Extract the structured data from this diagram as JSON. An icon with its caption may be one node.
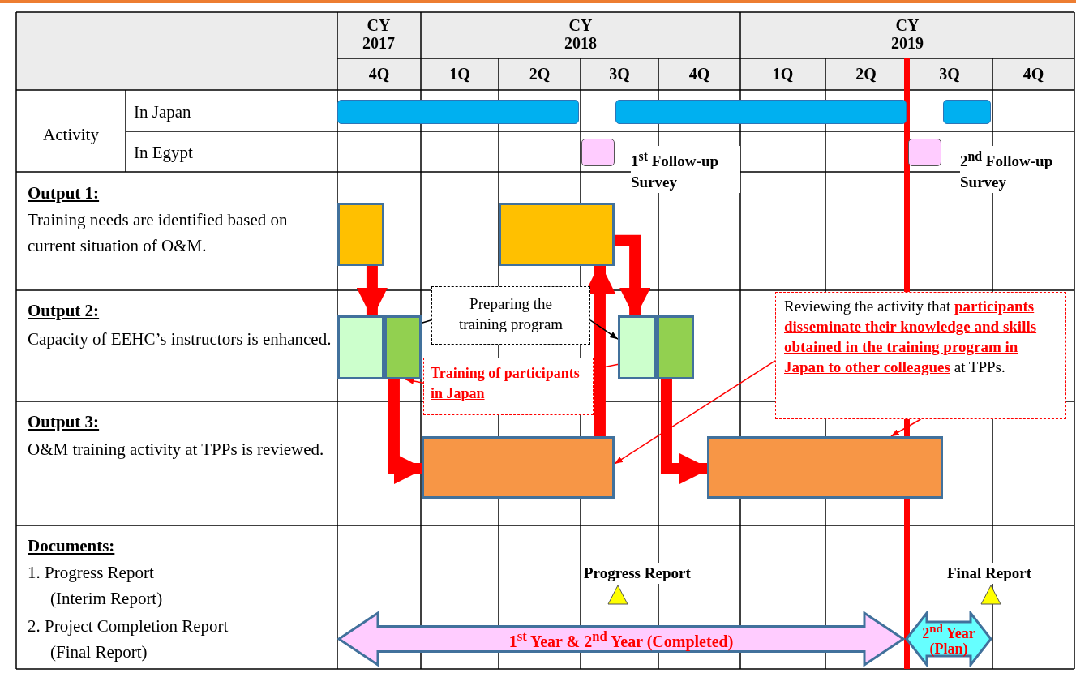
{
  "diagram": {
    "nodes": [
      {
        "text": [],
        "shape": "bar"
      },
      {
        "text": [],
        "shape": "bar"
      },
      {
        "text": [],
        "shape": "bar"
      },
      {
        "text": [],
        "shape": "box"
      },
      {
        "text": [],
        "shape": "box"
      },
      {
        "text": [],
        "shape": "box"
      },
      {
        "text": [],
        "shape": "box"
      },
      {
        "text": [],
        "shape": "box"
      },
      {
        "text": [],
        "shape": "box"
      },
      {
        "text": [],
        "shape": "box"
      },
      {
        "text": [],
        "shape": "box"
      },
      {
        "text": [],
        "shape": "box"
      },
      {
        "text": [],
        "shape": "box"
      },
      {
        "text": [
          "Preparing the training program"
        ]
      },
      {
        "text": [
          "Training of participants in Japan"
        ]
      },
      {
        "text": [
          "Reviewing the activity that **participants disseminate their knowledge and skills obtained in the training program in Japan to other colleagues** at TPPs."
        ]
      },
      {
        "text": [
          "1$^{st}$ Year & 2$^{nd}$ Year (Completed)"
        ]
      },
      {
        "text": [
          "2$^{nd}$ Year (Plan)"
        ]
      }
    ],
    "edges": [
      {
        "from": 5,
        "to": 7,
        "arrow": "to",
        "style": "thick"
      },
      {
        "from": 8,
        "to": 11,
        "arrow": "to",
        "style": "thick"
      },
      {
        "from": 11,
        "to": 6,
        "arrow": "to",
        "style": "thick"
      },
      {
        "from": 6,
        "to": 9,
        "arrow": "to",
        "style": "thick"
      },
      {
        "from": 10,
        "to": 12,
        "arrow": "to",
        "style": "thick"
      },
      {
        "from": 13,
        "to": 7,
        "arrow": "to",
        "color": "#000000"
      },
      {
        "from": 13,
        "to": 9,
        "arrow": "to",
        "color": "#000000"
      },
      {
        "from": 14,
        "to": 8,
        "arrow": "to"
      },
      {
        "from": 14,
        "to": 10,
        "arrow": "to"
      },
      {
        "from": 15,
        "to": 11,
        "arrow": "to"
      },
      {
        "from": 15,
        "to": 12,
        "arrow": "to"
      }
    ],
    "labels": [
      "CY 2017",
      "CY 2018",
      "CY 2019",
      "4Q",
      "1Q",
      "2Q",
      "3Q",
      "4Q",
      "1Q",
      "2Q",
      "3Q",
      "4Q",
      "Activity",
      "In Japan",
      "In Egypt",
      "1$^{st}$ Follow-up Survey",
      "2$^{nd}$ Follow-up Survey",
      "Output 1:",
      "Training needs are identified based on current situation of O&M.",
      "Output 2:",
      "Capacity of EEHC’s instructors is enhanced.",
      "Output 3:",
      "O&M training activity at TPPs is reviewed.",
      "Documents:",
      "1. Progress Report (Interim Report)",
      "2. Project Completion Report (Final Report)",
      "Progress Report",
      "Final Report"
    ]
  }
}
